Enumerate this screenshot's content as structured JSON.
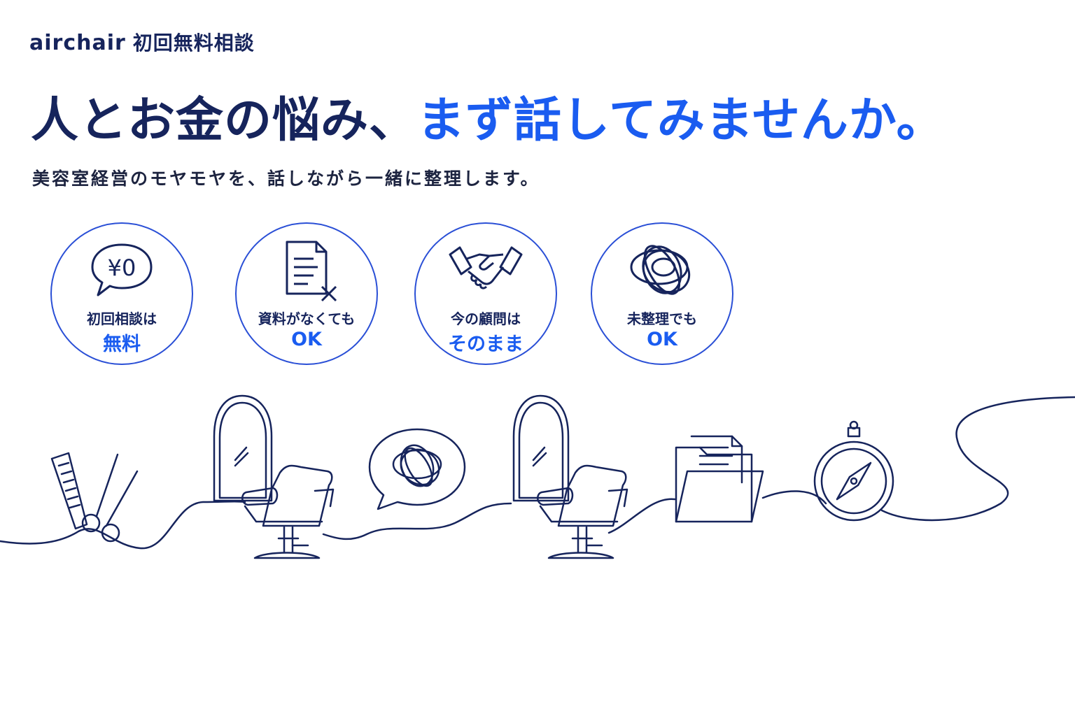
{
  "header": {
    "brand": "airchair",
    "brand_sub": "初回無料相談"
  },
  "hero": {
    "headline_dark": "人とお金の悩み、",
    "headline_blue": "まず話してみませんか。",
    "subtitle": "美容室経営のモヤモヤを、話しながら一緒に整理します。"
  },
  "badges": [
    {
      "icon": "yen-speech-bubble-icon",
      "line1": "初回相談は",
      "line2": "無料",
      "icon_text": "¥0"
    },
    {
      "icon": "document-x-icon",
      "line1": "資料がなくても",
      "line2": "OK"
    },
    {
      "icon": "handshake-icon",
      "line1": "今の顧問は",
      "line2": "そのまま"
    },
    {
      "icon": "tangle-icon",
      "line1": "未整理でも",
      "line2": "OK"
    }
  ],
  "colors": {
    "navy": "#16245c",
    "accent_blue": "#1a5cf0",
    "circle_border": "#2a4fd6",
    "background": "#ffffff"
  },
  "illustration": {
    "items": [
      "comb-icon",
      "scissors-icon",
      "mirror-icon",
      "salon-chair-icon",
      "tangle-speech-bubble-icon",
      "mirror-icon",
      "salon-chair-icon",
      "folder-icon",
      "compass-icon"
    ]
  }
}
